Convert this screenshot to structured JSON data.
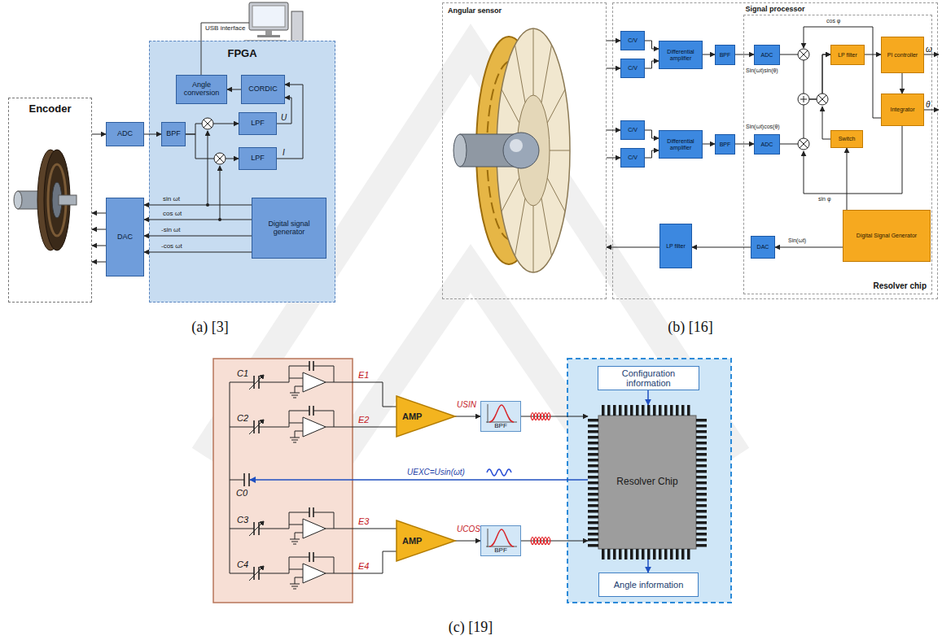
{
  "diagram": {
    "nodes": [
      {
        "text": [
          "Encoder"
        ]
      },
      {
        "text": [
          "ADC"
        ]
      },
      {
        "text": [
          "DAC"
        ]
      },
      {
        "text": [
          "FPGA"
        ]
      },
      {
        "text": [
          "Angle conversion"
        ],
        "in": 3
      },
      {
        "text": [
          "CORDIC"
        ],
        "in": 3
      },
      {
        "text": [
          "BPF"
        ],
        "in": 3
      },
      {
        "text": [
          "LPF"
        ],
        "in": 3
      },
      {
        "text": [
          "LPF"
        ],
        "in": 3
      },
      {
        "text": [
          "Digital signal generator"
        ],
        "in": 3
      },
      {
        "text": [
          "Angular sensor"
        ]
      },
      {
        "text": [
          "Signal processor"
        ]
      },
      {
        "text": [
          "C/V"
        ],
        "in": 11
      },
      {
        "text": [
          "C/V"
        ],
        "in": 11
      },
      {
        "text": [
          "Differential amplifier"
        ],
        "in": 11
      },
      {
        "text": [
          "BPF"
        ],
        "in": 11
      },
      {
        "text": [
          "Resolver chip"
        ],
        "in": 11
      },
      {
        "text": [
          "ADC"
        ],
        "in": 16
      },
      {
        "text": [
          "LP filter"
        ],
        "in": 16
      },
      {
        "text": [
          "PI controller"
        ],
        "in": 16
      },
      {
        "text": [
          "Integrator"
        ],
        "in": 16
      },
      {
        "text": [
          "Switch"
        ],
        "in": 16
      },
      {
        "text": [
          "C/V"
        ],
        "in": 11
      },
      {
        "text": [
          "C/V"
        ],
        "in": 11
      },
      {
        "text": [
          "Differential amplifier"
        ],
        "in": 11
      },
      {
        "text": [
          "BPF"
        ],
        "in": 11
      },
      {
        "text": [
          "ADC"
        ],
        "in": 16
      },
      {
        "text": [
          "LP filter"
        ],
        "in": 11
      },
      {
        "text": [
          "DAC"
        ],
        "in": 16
      },
      {
        "text": [
          "Digital Signal Generator"
        ],
        "in": 16
      },
      {
        "text": [
          "AMP"
        ]
      },
      {
        "text": [
          "BPF"
        ]
      },
      {
        "text": [
          "AMP"
        ]
      },
      {
        "text": [
          "BPF"
        ]
      },
      {
        "text": [
          "Configuration information"
        ]
      },
      {
        "text": [
          "Resolver Chip"
        ]
      },
      {
        "text": [
          "Angle information"
        ]
      }
    ],
    "edges": [
      {
        "from": 0,
        "to": 1,
        "arrow": "to"
      },
      {
        "from": 1,
        "to": 6,
        "arrow": "to"
      },
      {
        "from": 6,
        "to": 7,
        "arrow": "to"
      },
      {
        "from": 6,
        "to": 8,
        "arrow": "to"
      },
      {
        "from": 7,
        "to": 5,
        "arrow": "to"
      },
      {
        "from": 8,
        "to": 5,
        "arrow": "to"
      },
      {
        "from": 5,
        "to": 4,
        "arrow": "to"
      },
      {
        "from": 9,
        "to": 2,
        "label": "sin ωt",
        "arrow": "to"
      },
      {
        "from": 9,
        "to": 2,
        "label": "cos ωt",
        "arrow": "to"
      },
      {
        "from": 9,
        "to": 2,
        "label": "-sin ωt",
        "arrow": "to"
      },
      {
        "from": 9,
        "to": 2,
        "label": "-cos ωt",
        "arrow": "to"
      },
      {
        "from": 2,
        "to": 0,
        "arrow": "to"
      },
      {
        "from": 2,
        "to": 0,
        "arrow": "to"
      },
      {
        "from": 2,
        "to": 0,
        "arrow": "to"
      },
      {
        "from": 2,
        "to": 0,
        "arrow": "to"
      },
      {
        "from": 10,
        "to": 12,
        "arrow": "to"
      },
      {
        "from": 10,
        "to": 13,
        "arrow": "to"
      },
      {
        "from": 10,
        "to": 22,
        "arrow": "to"
      },
      {
        "from": 10,
        "to": 23,
        "arrow": "to"
      },
      {
        "from": 12,
        "to": 14,
        "arrow": "to"
      },
      {
        "from": 13,
        "to": 14,
        "arrow": "to"
      },
      {
        "from": 22,
        "to": 24,
        "arrow": "to"
      },
      {
        "from": 23,
        "to": 24,
        "arrow": "to"
      },
      {
        "from": 14,
        "to": 15,
        "arrow": "to"
      },
      {
        "from": 24,
        "to": 25,
        "arrow": "to"
      },
      {
        "from": 15,
        "to": 17,
        "arrow": "to"
      },
      {
        "from": 25,
        "to": 26,
        "arrow": "to"
      },
      {
        "from": 17,
        "to": 18,
        "arrow": "to"
      },
      {
        "from": 26,
        "to": 18,
        "arrow": "to"
      },
      {
        "from": 18,
        "to": 19,
        "arrow": "to"
      },
      {
        "from": 19,
        "to": 20,
        "arrow": "to"
      },
      {
        "from": 29,
        "to": 21,
        "arrow": "to"
      },
      {
        "from": 29,
        "to": 28,
        "label": "Sin(ωt)",
        "arrow": "to"
      },
      {
        "from": 28,
        "to": 27,
        "arrow": "to"
      },
      {
        "from": 27,
        "to": 10,
        "arrow": "to"
      },
      {
        "from": 30,
        "to": 31,
        "arrow": "to"
      },
      {
        "from": 32,
        "to": 33,
        "arrow": "to"
      },
      {
        "from": 31,
        "to": 35,
        "arrow": "to"
      },
      {
        "from": 33,
        "to": 35,
        "arrow": "to"
      },
      {
        "from": 34,
        "to": 35,
        "arrow": "to"
      },
      {
        "from": 35,
        "to": 36,
        "arrow": "to"
      }
    ],
    "labels": [
      "USB interface",
      "U",
      "I",
      "(a) [3]",
      "cos φ",
      "Sin(ωt)sin(θ)",
      "Sin(ωt)cos(θ)",
      "ω",
      "θ",
      "sin φ",
      "(b) [16]",
      "C1",
      "C2",
      "C0",
      "C3",
      "C4",
      "E1",
      "E2",
      "E3",
      "E4",
      "USIN",
      "UCOS",
      "UEXC=Usin(ωt)",
      "(c) [19]"
    ]
  }
}
